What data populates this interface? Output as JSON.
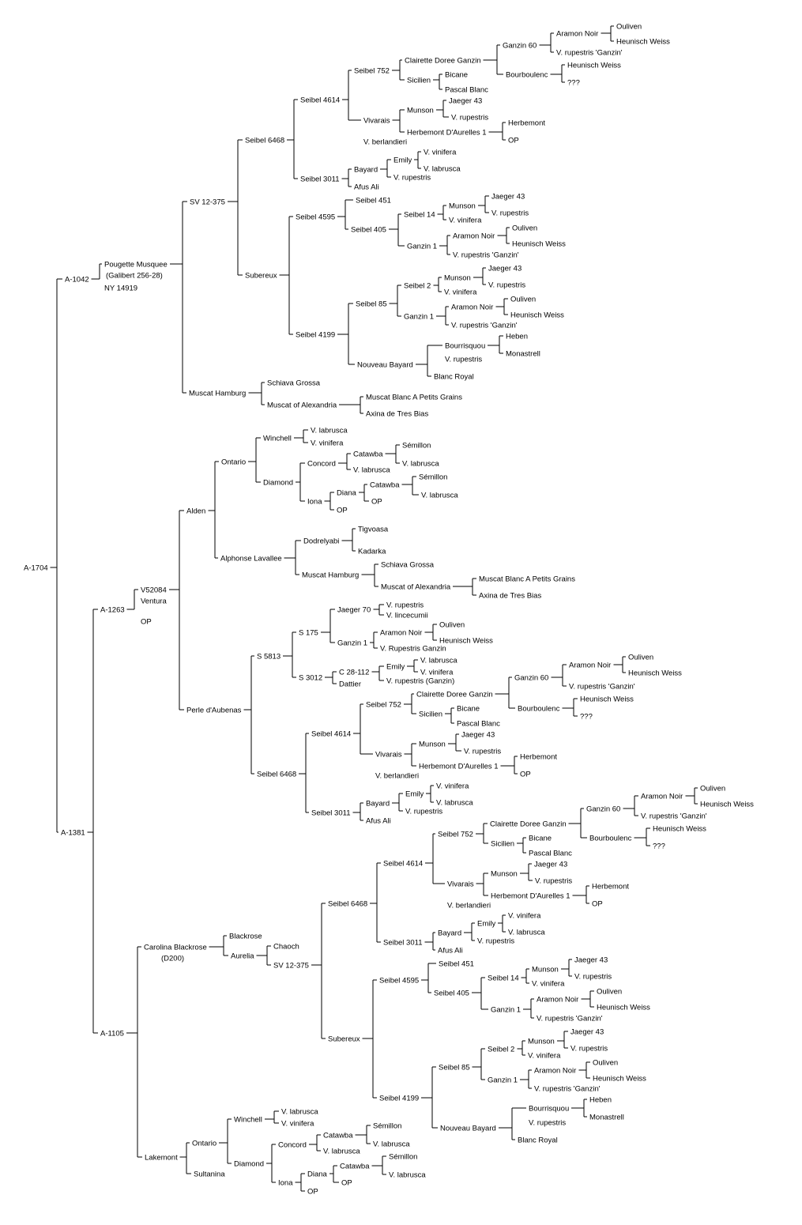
{
  "tree": {
    "root": "A-1704",
    "nodes": [
      {
        "id": "r",
        "label": "A-1704"
      },
      {
        "id": "a1042",
        "label": "A-1042"
      },
      {
        "id": "pm",
        "label": "Pougette Musquee"
      },
      {
        "id": "pm2",
        "label": "(Galibert 256-28)"
      },
      {
        "id": "pm3",
        "label": "NY 14919"
      },
      {
        "id": "sv1",
        "label": "SV 12-375"
      },
      {
        "id": "s6468a",
        "label": "Seibel 6468"
      },
      {
        "id": "s4614a",
        "label": "Seibel 4614"
      },
      {
        "id": "s752a",
        "label": "Seibel 752"
      },
      {
        "id": "cdg_a",
        "label": "Clairette Doree Ganzin"
      },
      {
        "id": "g60a",
        "label": "Ganzin 60"
      },
      {
        "id": "anA",
        "label": "Aramon Noir"
      },
      {
        "id": "ouA",
        "label": "Ouliven"
      },
      {
        "id": "hwA",
        "label": "Heunisch Weiss"
      },
      {
        "id": "vrgA",
        "label": "V. rupestris 'Ganzin'"
      },
      {
        "id": "bbA",
        "label": "Bourboulenc"
      },
      {
        "id": "hwA2",
        "label": "Heunisch Weiss"
      },
      {
        "id": "qA",
        "label": "???"
      },
      {
        "id": "sicA",
        "label": "Sicilien"
      },
      {
        "id": "bicA",
        "label": "Bicane"
      },
      {
        "id": "pbA",
        "label": "Pascal Blanc"
      },
      {
        "id": "vivA",
        "label": "Vivarais"
      },
      {
        "id": "munA",
        "label": "Munson"
      },
      {
        "id": "j43A",
        "label": "Jaeger 43"
      },
      {
        "id": "vrA",
        "label": "V. rupestris"
      },
      {
        "id": "hdaA",
        "label": "Herbemont D'Aurelles 1"
      },
      {
        "id": "hbA",
        "label": "Herbemont"
      },
      {
        "id": "opA",
        "label": "OP"
      },
      {
        "id": "vbA",
        "label": "V. berlandieri"
      },
      {
        "id": "s3011a",
        "label": "Seibel 3011"
      },
      {
        "id": "bayA",
        "label": "Bayard"
      },
      {
        "id": "emA",
        "label": "Emily"
      },
      {
        "id": "vvA",
        "label": "V. vinifera"
      },
      {
        "id": "vlA",
        "label": "V. labrusca"
      },
      {
        "id": "vrA2",
        "label": "V. rupestris"
      },
      {
        "id": "aaA",
        "label": "Afus Ali"
      },
      {
        "id": "subA",
        "label": "Subereux"
      },
      {
        "id": "s4595a",
        "label": "Seibel 4595"
      },
      {
        "id": "s451a",
        "label": "Seibel 451"
      },
      {
        "id": "s405a",
        "label": "Seibel 405"
      },
      {
        "id": "s14a",
        "label": "Seibel 14"
      },
      {
        "id": "munB",
        "label": "Munson"
      },
      {
        "id": "j43B",
        "label": "Jaeger 43"
      },
      {
        "id": "vrB",
        "label": "V. rupestris"
      },
      {
        "id": "vvB",
        "label": "V. vinifera"
      },
      {
        "id": "g1a",
        "label": "Ganzin 1"
      },
      {
        "id": "anB",
        "label": "Aramon Noir"
      },
      {
        "id": "ouB",
        "label": "Ouliven"
      },
      {
        "id": "hwB",
        "label": "Heunisch Weiss"
      },
      {
        "id": "vrgB",
        "label": "V. rupestris 'Ganzin'"
      },
      {
        "id": "s4199a",
        "label": "Seibel 4199"
      },
      {
        "id": "s85a",
        "label": "Seibel 85"
      },
      {
        "id": "s2a",
        "label": "Seibel 2"
      },
      {
        "id": "munC",
        "label": "Munson"
      },
      {
        "id": "j43C",
        "label": "Jaeger 43"
      },
      {
        "id": "vrC",
        "label": "V. rupestris"
      },
      {
        "id": "vvC",
        "label": "V. vinifera"
      },
      {
        "id": "g1b",
        "label": "Ganzin 1"
      },
      {
        "id": "anC",
        "label": "Aramon Noir"
      },
      {
        "id": "ouC",
        "label": "Ouliven"
      },
      {
        "id": "hwC",
        "label": "Heunisch Weiss"
      },
      {
        "id": "vrgC",
        "label": "V. rupestris 'Ganzin'"
      },
      {
        "id": "nbA",
        "label": "Nouveau Bayard"
      },
      {
        "id": "bouA",
        "label": "Bourrisquou"
      },
      {
        "id": "hebA",
        "label": "Heben"
      },
      {
        "id": "monA",
        "label": "Monastrell"
      },
      {
        "id": "vrD",
        "label": "V. rupestris"
      },
      {
        "id": "brA",
        "label": "Blanc Royal"
      },
      {
        "id": "mhA",
        "label": "Muscat Hamburg"
      },
      {
        "id": "sgA",
        "label": "Schiava Grossa"
      },
      {
        "id": "maA",
        "label": "Muscat of Alexandria"
      },
      {
        "id": "mbA",
        "label": "Muscat Blanc A Petits Grains"
      },
      {
        "id": "axA",
        "label": "Axina de Tres Bias"
      },
      {
        "id": "a1381",
        "label": "A-1381"
      },
      {
        "id": "a1263",
        "label": "A-1263"
      },
      {
        "id": "v5",
        "label": "V52084"
      },
      {
        "id": "v5b",
        "label": "Ventura"
      },
      {
        "id": "v5op",
        "label": "OP"
      },
      {
        "id": "ald",
        "label": "Alden"
      },
      {
        "id": "ont1",
        "label": "Ontario"
      },
      {
        "id": "win1",
        "label": "Winchell"
      },
      {
        "id": "w1a",
        "label": "V. labrusca"
      },
      {
        "id": "w1b",
        "label": "V. vinifera"
      },
      {
        "id": "dia1",
        "label": "Diamond"
      },
      {
        "id": "con1",
        "label": "Concord"
      },
      {
        "id": "cat1",
        "label": "Catawba"
      },
      {
        "id": "sem1",
        "label": "Sémillon"
      },
      {
        "id": "vl1",
        "label": "V. labrusca"
      },
      {
        "id": "vl1b",
        "label": "V. labrusca"
      },
      {
        "id": "ion1",
        "label": "Iona"
      },
      {
        "id": "dn1",
        "label": "Diana"
      },
      {
        "id": "cat2",
        "label": "Catawba"
      },
      {
        "id": "sem2",
        "label": "Sémillon"
      },
      {
        "id": "vl2",
        "label": "V. labrusca"
      },
      {
        "id": "op1",
        "label": "OP"
      },
      {
        "id": "op2",
        "label": "OP"
      },
      {
        "id": "alv",
        "label": "Alphonse Lavallee"
      },
      {
        "id": "dod",
        "label": "Dodrelyabi"
      },
      {
        "id": "tig",
        "label": "Tigvoasa"
      },
      {
        "id": "kad",
        "label": "Kadarka"
      },
      {
        "id": "mhB",
        "label": "Muscat Hamburg"
      },
      {
        "id": "sgB",
        "label": "Schiava Grossa"
      },
      {
        "id": "maB",
        "label": "Muscat of Alexandria"
      },
      {
        "id": "mbB",
        "label": "Muscat Blanc A Petits Grains"
      },
      {
        "id": "axB",
        "label": "Axina de Tres Bias"
      },
      {
        "id": "pda",
        "label": "Perle d'Aubenas"
      },
      {
        "id": "s5813",
        "label": "S 5813"
      },
      {
        "id": "s175",
        "label": "S 175"
      },
      {
        "id": "j70",
        "label": "Jaeger 70"
      },
      {
        "id": "j70a",
        "label": "V. rupestris"
      },
      {
        "id": "j70b",
        "label": "V. lincecumii"
      },
      {
        "id": "g1c",
        "label": "Ganzin 1"
      },
      {
        "id": "anD",
        "label": "Aramon Noir"
      },
      {
        "id": "ouD",
        "label": "Ouliven"
      },
      {
        "id": "hwD",
        "label": "Heunisch Weiss"
      },
      {
        "id": "vrgD",
        "label": "V. Rupestris Ganzin"
      },
      {
        "id": "s3012",
        "label": "S 3012"
      },
      {
        "id": "c28",
        "label": "C 28-112"
      },
      {
        "id": "emB",
        "label": "Emily"
      },
      {
        "id": "emBa",
        "label": "V. labrusca"
      },
      {
        "id": "emBb",
        "label": "V. vinifera"
      },
      {
        "id": "vrgE",
        "label": "V. rupestris (Ganzin)"
      },
      {
        "id": "dat",
        "label": "Dattier"
      },
      {
        "id": "s6468b",
        "label": "Seibel 6468"
      },
      {
        "id": "s4614b",
        "label": "Seibel 4614"
      },
      {
        "id": "s752b",
        "label": "Seibel 752"
      },
      {
        "id": "cdg_b",
        "label": "Clairette Doree Ganzin"
      },
      {
        "id": "g60b",
        "label": "Ganzin 60"
      },
      {
        "id": "anE",
        "label": "Aramon Noir"
      },
      {
        "id": "ouE",
        "label": "Ouliven"
      },
      {
        "id": "hwE",
        "label": "Heunisch Weiss"
      },
      {
        "id": "vrgF",
        "label": "V. rupestris 'Ganzin'"
      },
      {
        "id": "bbB",
        "label": "Bourboulenc"
      },
      {
        "id": "hwE2",
        "label": "Heunisch Weiss"
      },
      {
        "id": "qB",
        "label": "???"
      },
      {
        "id": "sicB",
        "label": "Sicilien"
      },
      {
        "id": "bicB",
        "label": "Bicane"
      },
      {
        "id": "pbB",
        "label": "Pascal Blanc"
      },
      {
        "id": "vivB",
        "label": "Vivarais"
      },
      {
        "id": "munD",
        "label": "Munson"
      },
      {
        "id": "j43D",
        "label": "Jaeger 43"
      },
      {
        "id": "vrE",
        "label": "V. rupestris"
      },
      {
        "id": "hdaB",
        "label": "Herbemont D'Aurelles 1"
      },
      {
        "id": "hbB",
        "label": "Herbemont"
      },
      {
        "id": "opB",
        "label": "OP"
      },
      {
        "id": "vbB",
        "label": "V. berlandieri"
      },
      {
        "id": "s3011b",
        "label": "Seibel 3011"
      },
      {
        "id": "bayB",
        "label": "Bayard"
      },
      {
        "id": "emC",
        "label": "Emily"
      },
      {
        "id": "vvE",
        "label": "V. vinifera"
      },
      {
        "id": "vlE",
        "label": "V. labrusca"
      },
      {
        "id": "vrE2",
        "label": "V. rupestris"
      },
      {
        "id": "aaB",
        "label": "Afus Ali"
      },
      {
        "id": "a1105",
        "label": "A-1105"
      },
      {
        "id": "cbr",
        "label": "Carolina Blackrose"
      },
      {
        "id": "cbr2",
        "label": "(D200)"
      },
      {
        "id": "blk",
        "label": "Blackrose"
      },
      {
        "id": "aur",
        "label": "Aurelia"
      },
      {
        "id": "cha",
        "label": "Chaoch"
      },
      {
        "id": "sv2",
        "label": "SV 12-375"
      },
      {
        "id": "s6468c",
        "label": "Seibel 6468"
      },
      {
        "id": "s4614c",
        "label": "Seibel 4614"
      },
      {
        "id": "s752c",
        "label": "Seibel 752"
      },
      {
        "id": "cdg_c",
        "label": "Clairette Doree Ganzin"
      },
      {
        "id": "g60c",
        "label": "Ganzin 60"
      },
      {
        "id": "anF",
        "label": "Aramon Noir"
      },
      {
        "id": "ouF",
        "label": "Ouliven"
      },
      {
        "id": "hwF",
        "label": "Heunisch Weiss"
      },
      {
        "id": "vrgG",
        "label": "V. rupestris 'Ganzin'"
      },
      {
        "id": "bbC",
        "label": "Bourboulenc"
      },
      {
        "id": "hwF2",
        "label": "Heunisch Weiss"
      },
      {
        "id": "qC",
        "label": "???"
      },
      {
        "id": "sicC",
        "label": "Sicilien"
      },
      {
        "id": "bicC",
        "label": "Bicane"
      },
      {
        "id": "pbC",
        "label": "Pascal Blanc"
      },
      {
        "id": "vivC",
        "label": "Vivarais"
      },
      {
        "id": "munE",
        "label": "Munson"
      },
      {
        "id": "j43E",
        "label": "Jaeger 43"
      },
      {
        "id": "vrF",
        "label": "V. rupestris"
      },
      {
        "id": "hdaC",
        "label": "Herbemont D'Aurelles 1"
      },
      {
        "id": "hbC",
        "label": "Herbemont"
      },
      {
        "id": "opC",
        "label": "OP"
      },
      {
        "id": "vbC",
        "label": "V. berlandieri"
      },
      {
        "id": "s3011c",
        "label": "Seibel 3011"
      },
      {
        "id": "bayC",
        "label": "Bayard"
      },
      {
        "id": "emD",
        "label": "Emily"
      },
      {
        "id": "vvF",
        "label": "V. vinifera"
      },
      {
        "id": "vlF",
        "label": "V. labrusca"
      },
      {
        "id": "vrF2",
        "label": "V. rupestris"
      },
      {
        "id": "aaC",
        "label": "Afus Ali"
      },
      {
        "id": "subB",
        "label": "Subereux"
      },
      {
        "id": "s4595b",
        "label": "Seibel 4595"
      },
      {
        "id": "s451b",
        "label": "Seibel 451"
      },
      {
        "id": "s405b",
        "label": "Seibel 405"
      },
      {
        "id": "s14b",
        "label": "Seibel 14"
      },
      {
        "id": "munF",
        "label": "Munson"
      },
      {
        "id": "j43F",
        "label": "Jaeger 43"
      },
      {
        "id": "vrG",
        "label": "V. rupestris"
      },
      {
        "id": "vvG",
        "label": "V. vinifera"
      },
      {
        "id": "g1d",
        "label": "Ganzin 1"
      },
      {
        "id": "anG",
        "label": "Aramon Noir"
      },
      {
        "id": "ouG",
        "label": "Ouliven"
      },
      {
        "id": "hwG",
        "label": "Heunisch Weiss"
      },
      {
        "id": "vrgH",
        "label": "V. rupestris 'Ganzin'"
      },
      {
        "id": "s4199b",
        "label": "Seibel 4199"
      },
      {
        "id": "s85b",
        "label": "Seibel 85"
      },
      {
        "id": "s2b",
        "label": "Seibel 2"
      },
      {
        "id": "munG",
        "label": "Munson"
      },
      {
        "id": "j43G",
        "label": "Jaeger 43"
      },
      {
        "id": "vrH",
        "label": "V. rupestris"
      },
      {
        "id": "vvH",
        "label": "V. vinifera"
      },
      {
        "id": "g1e",
        "label": "Ganzin 1"
      },
      {
        "id": "anH",
        "label": "Aramon Noir"
      },
      {
        "id": "ouH",
        "label": "Ouliven"
      },
      {
        "id": "hwH",
        "label": "Heunisch Weiss"
      },
      {
        "id": "vrgI",
        "label": "V. rupestris 'Ganzin'"
      },
      {
        "id": "nbB",
        "label": "Nouveau Bayard"
      },
      {
        "id": "bouB",
        "label": "Bourrisquou"
      },
      {
        "id": "hebB",
        "label": "Heben"
      },
      {
        "id": "monB",
        "label": "Monastrell"
      },
      {
        "id": "vrI",
        "label": "V. rupestris"
      },
      {
        "id": "brB",
        "label": "Blanc Royal"
      },
      {
        "id": "lak",
        "label": "Lakemont"
      },
      {
        "id": "ont2",
        "label": "Ontario"
      },
      {
        "id": "win2",
        "label": "Winchell"
      },
      {
        "id": "w2a",
        "label": "V. labrusca"
      },
      {
        "id": "w2b",
        "label": "V. vinifera"
      },
      {
        "id": "dia2",
        "label": "Diamond"
      },
      {
        "id": "con2",
        "label": "Concord"
      },
      {
        "id": "cat3",
        "label": "Catawba"
      },
      {
        "id": "sem3",
        "label": "Sémillon"
      },
      {
        "id": "vl3",
        "label": "V. labrusca"
      },
      {
        "id": "vl3b",
        "label": "V. labrusca"
      },
      {
        "id": "ion2",
        "label": "Iona"
      },
      {
        "id": "dn2",
        "label": "Diana"
      },
      {
        "id": "cat4",
        "label": "Catawba"
      },
      {
        "id": "sem4",
        "label": "Sémillon"
      },
      {
        "id": "vl4",
        "label": "V. labrusca"
      },
      {
        "id": "op3",
        "label": "OP"
      },
      {
        "id": "op4",
        "label": "OP"
      },
      {
        "id": "sul",
        "label": "Sultanina"
      }
    ]
  }
}
